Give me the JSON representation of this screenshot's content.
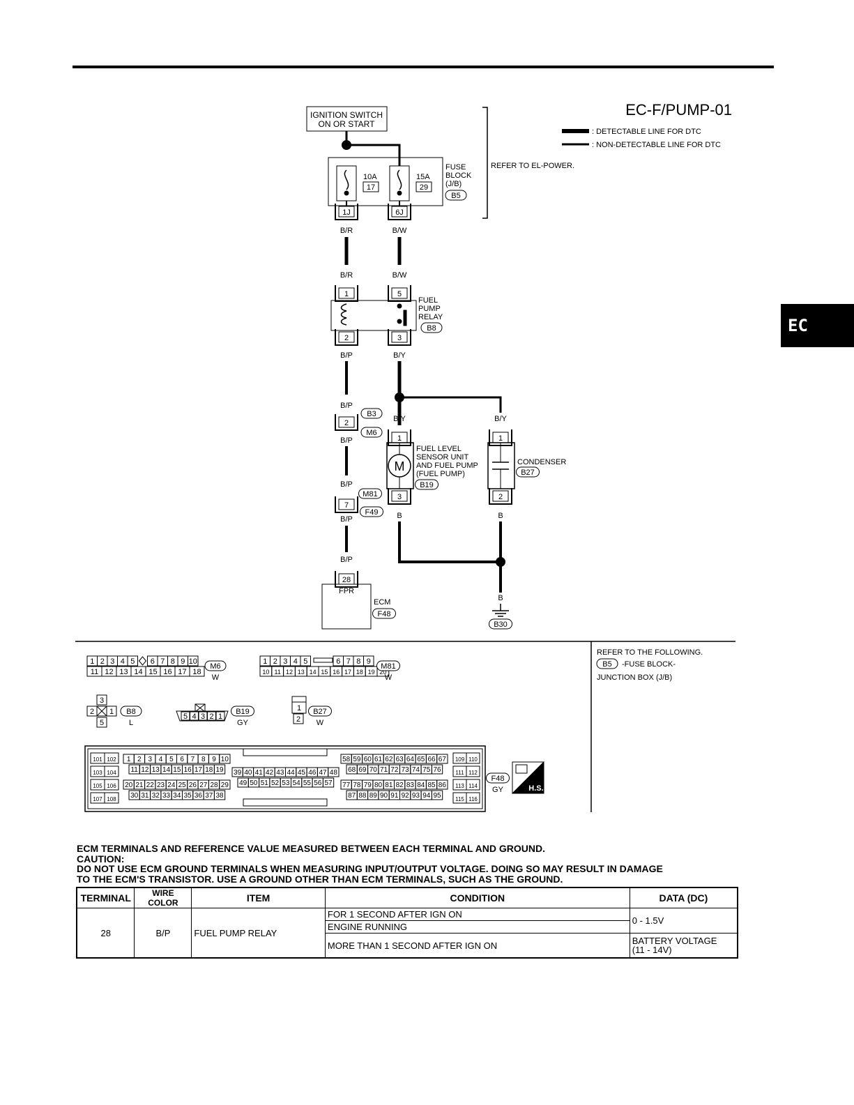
{
  "page": {
    "section_tab": "EC",
    "diagram_code": "EC-F/PUMP-01"
  },
  "legend": [
    {
      "style": "thick",
      "label": ": DETECTABLE LINE FOR DTC"
    },
    {
      "style": "thin",
      "label": ": NON-DETECTABLE LINE FOR DTC"
    }
  ],
  "diagram": {
    "ignition": [
      "IGNITION SWITCH",
      "ON OR START"
    ],
    "fuse_block": {
      "label": [
        "FUSE",
        "BLOCK",
        "(J/B)"
      ],
      "connector": "B5",
      "fuses": [
        {
          "amps": "10A",
          "number": "17",
          "terminal": "1J"
        },
        {
          "amps": "15A",
          "number": "29",
          "terminal": "6J"
        }
      ],
      "refer": "REFER TO EL-POWER."
    },
    "fuel_pump_relay": {
      "label": [
        "FUEL",
        "PUMP",
        "RELAY"
      ],
      "connector": "B8",
      "terminals": [
        "1",
        "5",
        "2",
        "3"
      ]
    },
    "fuel_pump": {
      "label": [
        "FUEL LEVEL",
        "SENSOR UNIT",
        "AND FUEL PUMP",
        "(FUEL PUMP)"
      ],
      "connector": "B19",
      "terminals": [
        "1",
        "3"
      ],
      "motor": "M"
    },
    "condenser": {
      "label": "CONDENSER",
      "connector": "B27",
      "terminals": [
        "1",
        "2"
      ]
    },
    "joint_1": {
      "terminal": "2",
      "connectors": [
        "B3",
        "M6"
      ]
    },
    "joint_2": {
      "terminal": "7",
      "connectors": [
        "M81",
        "F49"
      ]
    },
    "ecm": {
      "terminal": "28",
      "pin_name": "FPR",
      "label": "ECM",
      "connector": "F48"
    },
    "ground": {
      "connector": "B30"
    },
    "wires": {
      "br": "B/R",
      "bw": "B/W",
      "bp": "B/P",
      "by": "B/Y",
      "b": "B"
    }
  },
  "connector_views": {
    "m6": {
      "id": "M6",
      "color": "W",
      "row1": [
        "1",
        "2",
        "3",
        "4",
        "5",
        "",
        "6",
        "7",
        "8",
        "9",
        "10"
      ],
      "row2": [
        "11",
        "12",
        "13",
        "14",
        "15",
        "16",
        "17",
        "18"
      ]
    },
    "m81": {
      "id": "M81",
      "color": "W",
      "row1": [
        "1",
        "2",
        "3",
        "4",
        "5",
        "",
        "6",
        "7",
        "8",
        "9"
      ],
      "row2": [
        "10",
        "11",
        "12",
        "13",
        "14",
        "15",
        "16",
        "17",
        "18",
        "19",
        "20"
      ]
    },
    "b8": {
      "id": "B8",
      "color": "L",
      "pins": [
        "3",
        "2",
        "1",
        "5"
      ]
    },
    "b19": {
      "id": "B19",
      "color": "GY",
      "pins": [
        "5",
        "4",
        "3",
        "2",
        "1"
      ]
    },
    "b27": {
      "id": "B27",
      "color": "W",
      "pins": [
        "1",
        "2"
      ]
    },
    "f48": {
      "id": "F48",
      "color": "GY",
      "badge": "H.S."
    }
  },
  "refer_following": {
    "title": "REFER TO THE FOLLOWING.",
    "connector": "B5",
    "line1": "-FUSE BLOCK-",
    "line2": "JUNCTION BOX (J/B)"
  },
  "notes": {
    "line1": "ECM TERMINALS AND REFERENCE VALUE MEASURED BETWEEN EACH TERMINAL AND GROUND.",
    "line2": "CAUTION:",
    "line3": "DO NOT USE ECM GROUND TERMINALS WHEN MEASURING INPUT/OUTPUT VOLTAGE. DOING SO MAY RESULT IN  DAMAGE",
    "line4": "TO THE  ECM'S TRANSISTOR. USE A GROUND OTHER THAN ECM TERMINALS, SUCH AS THE GROUND."
  },
  "table": {
    "headers": {
      "terminal": "TERMINAL",
      "wire_color": "WIRE COLOR",
      "item": "ITEM",
      "condition": "CONDITION",
      "data": "DATA (DC)"
    },
    "row": {
      "terminal": "28",
      "wire_color": "B/P",
      "item": "FUEL PUMP RELAY",
      "conditions": [
        "FOR 1 SECOND AFTER IGN ON",
        "ENGINE RUNNING",
        "MORE THAN 1 SECOND AFTER IGN ON"
      ],
      "data_1": "0 - 1.5V",
      "data_2_line1": "BATTERY VOLTAGE",
      "data_2_line2": "(11 - 14V)"
    }
  }
}
